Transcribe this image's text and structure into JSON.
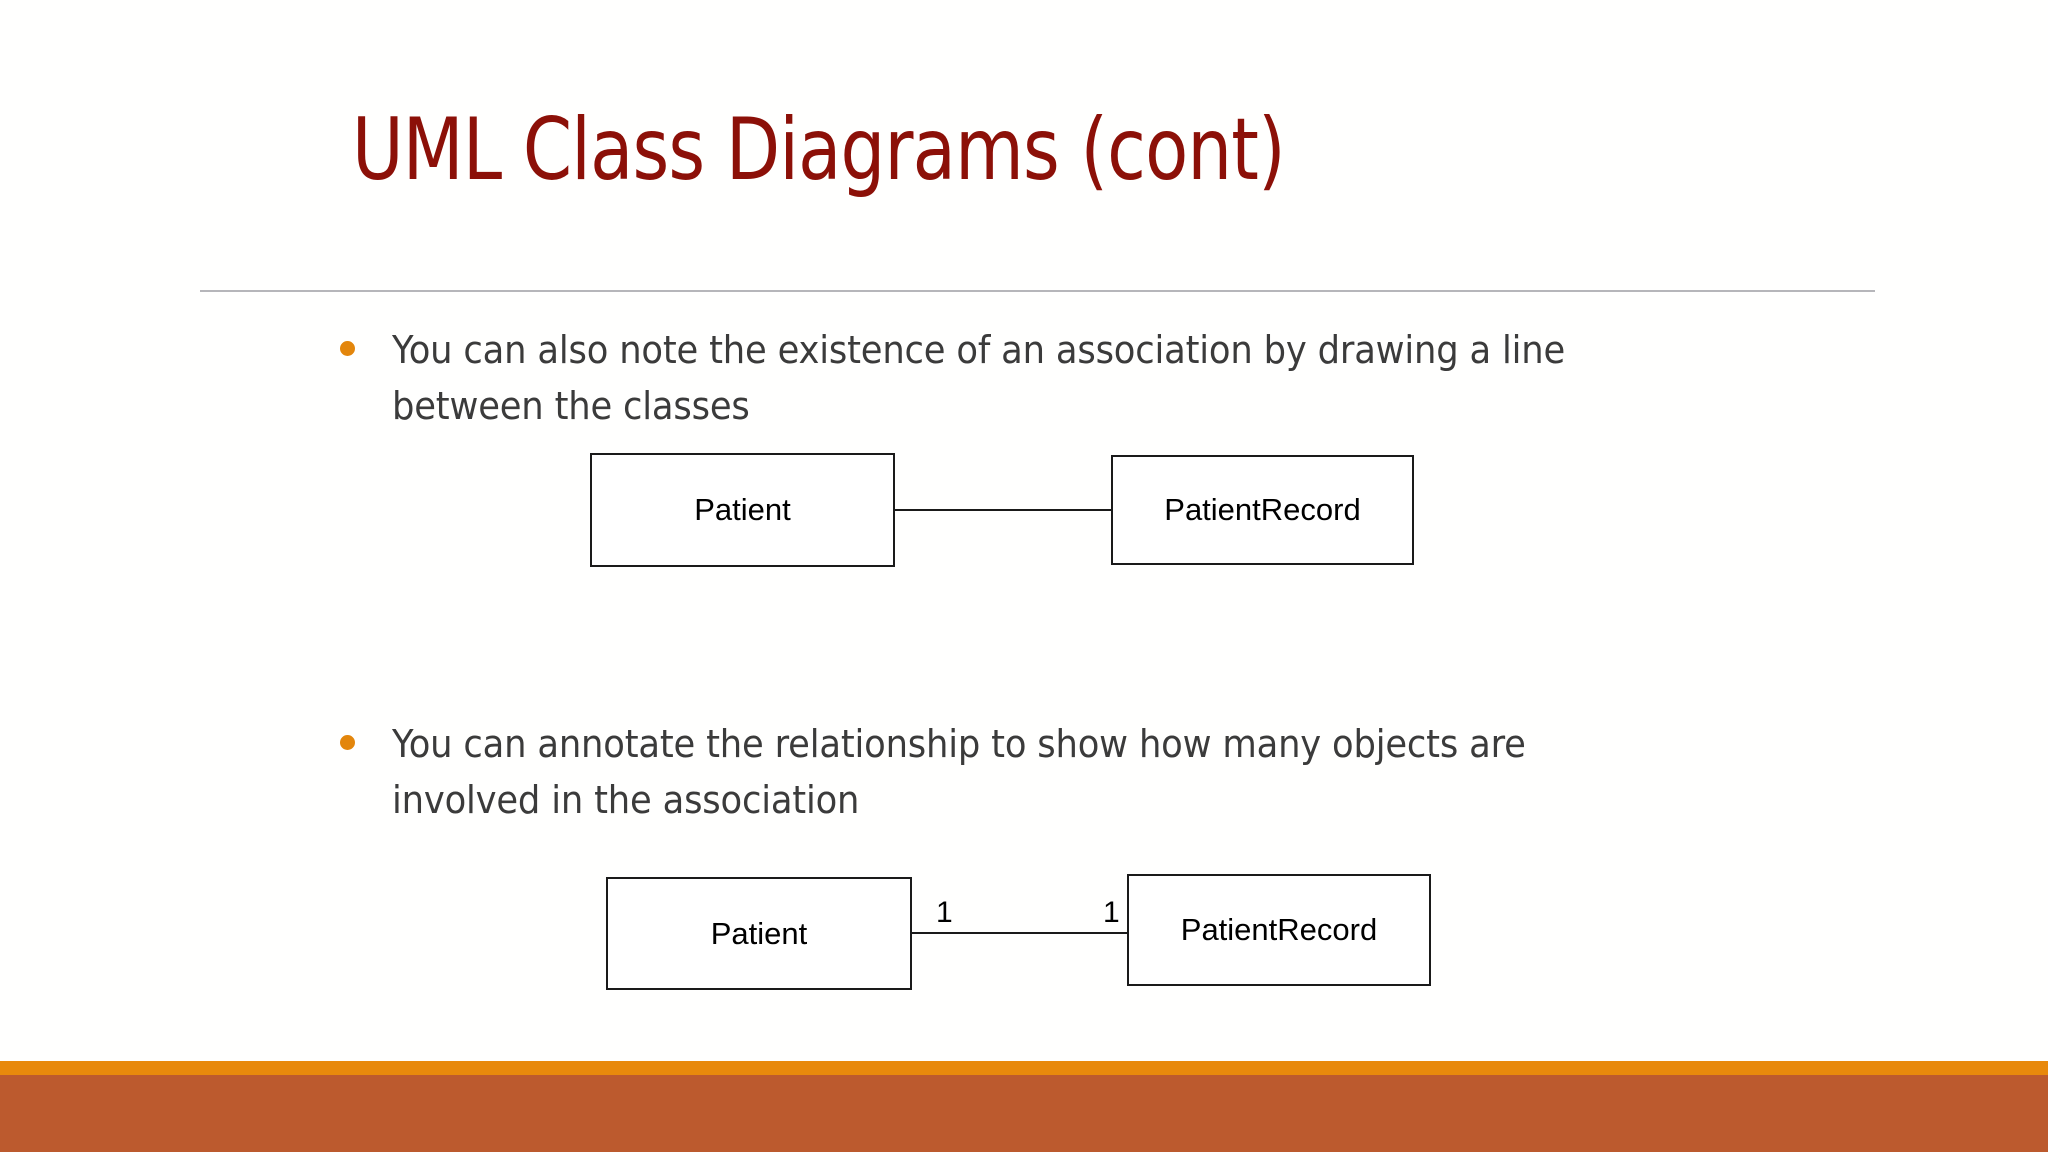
{
  "slide": {
    "title": "UML Class Diagrams (cont)",
    "title_color": "#8C1008",
    "bullet_color": "#E3860C",
    "body_text_color": "#3B3B3B",
    "divider_color": "#b6b6ba",
    "footer_stripe_color": "#E8890C",
    "footer_band_color": "#BC5A2E",
    "background_color": "#FFFFFE"
  },
  "bullets": [
    {
      "text": "You can also note the existence of an association by drawing a line between the classes"
    },
    {
      "text": "You can annotate the relationship to show how many objects are involved in the association"
    }
  ],
  "diagrams": [
    {
      "name": "association-plain",
      "boxes": [
        {
          "label": "Patient"
        },
        {
          "label": "PatientRecord"
        }
      ],
      "connector": {
        "kind": "association-line"
      },
      "multiplicities": []
    },
    {
      "name": "association-with-multiplicity",
      "boxes": [
        {
          "label": "Patient"
        },
        {
          "label": "PatientRecord"
        }
      ],
      "connector": {
        "kind": "association-line"
      },
      "multiplicities": [
        {
          "value": "1",
          "side": "source"
        },
        {
          "value": "1",
          "side": "target"
        }
      ]
    }
  ]
}
